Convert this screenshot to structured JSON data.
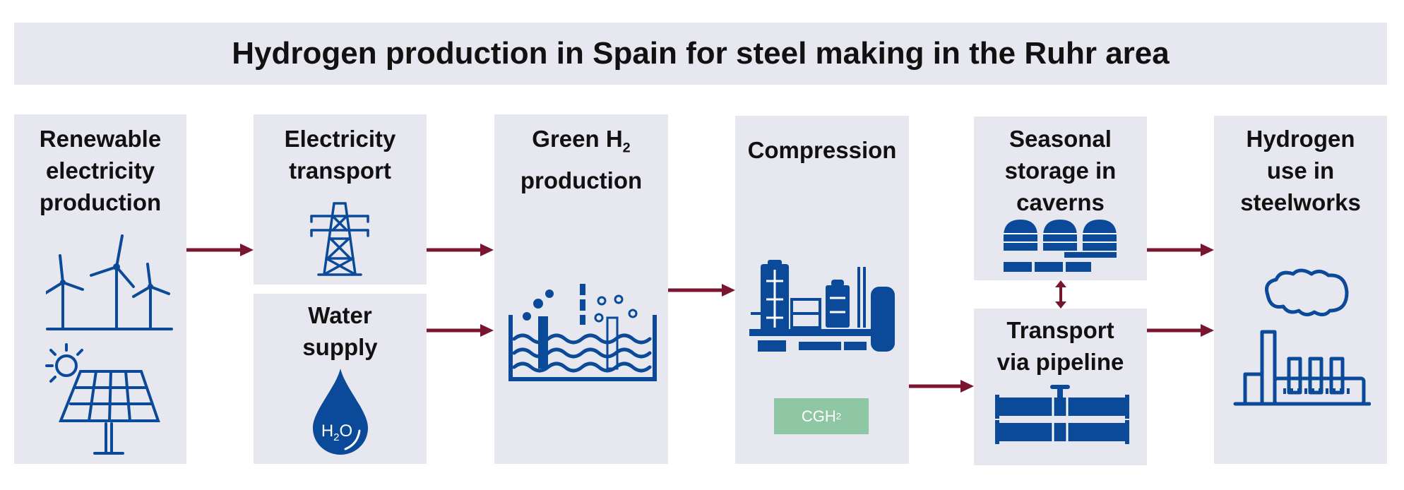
{
  "title": "Hydrogen production in Spain for steel making in the Ruhr area",
  "steps": {
    "renewable": [
      "Renewable",
      "electricity",
      "production"
    ],
    "electricity_transport": [
      "Electricity",
      "transport"
    ],
    "water_supply": [
      "Water",
      "supply"
    ],
    "green_h2": {
      "line1_main": "Green H",
      "line1_sub": "2",
      "line2": "production"
    },
    "compression": [
      "Compression"
    ],
    "seasonal_storage": [
      "Seasonal",
      "storage in",
      "caverns"
    ],
    "pipeline": [
      "Transport",
      "via pipeline"
    ],
    "steelworks": [
      "Hydrogen",
      "use in",
      "steelworks"
    ]
  },
  "badges": {
    "cgh2_main": "CGH",
    "cgh2_sub": "2",
    "h2o_h": "H",
    "h2o_sub": "2",
    "h2o_o": "O"
  },
  "colors": {
    "box_bg": "#e7e8ef",
    "icon_blue": "#0a4a99",
    "arrow": "#7a1530",
    "cgh2_badge": "#8fc7a4"
  },
  "icons": [
    "wind-turbines-icon",
    "solar-panel-icon",
    "power-pylon-icon",
    "water-drop-icon",
    "electrolyzer-icon",
    "compression-plant-icon",
    "cavern-storage-icon",
    "pipeline-icon",
    "steelworks-factory-icon"
  ]
}
